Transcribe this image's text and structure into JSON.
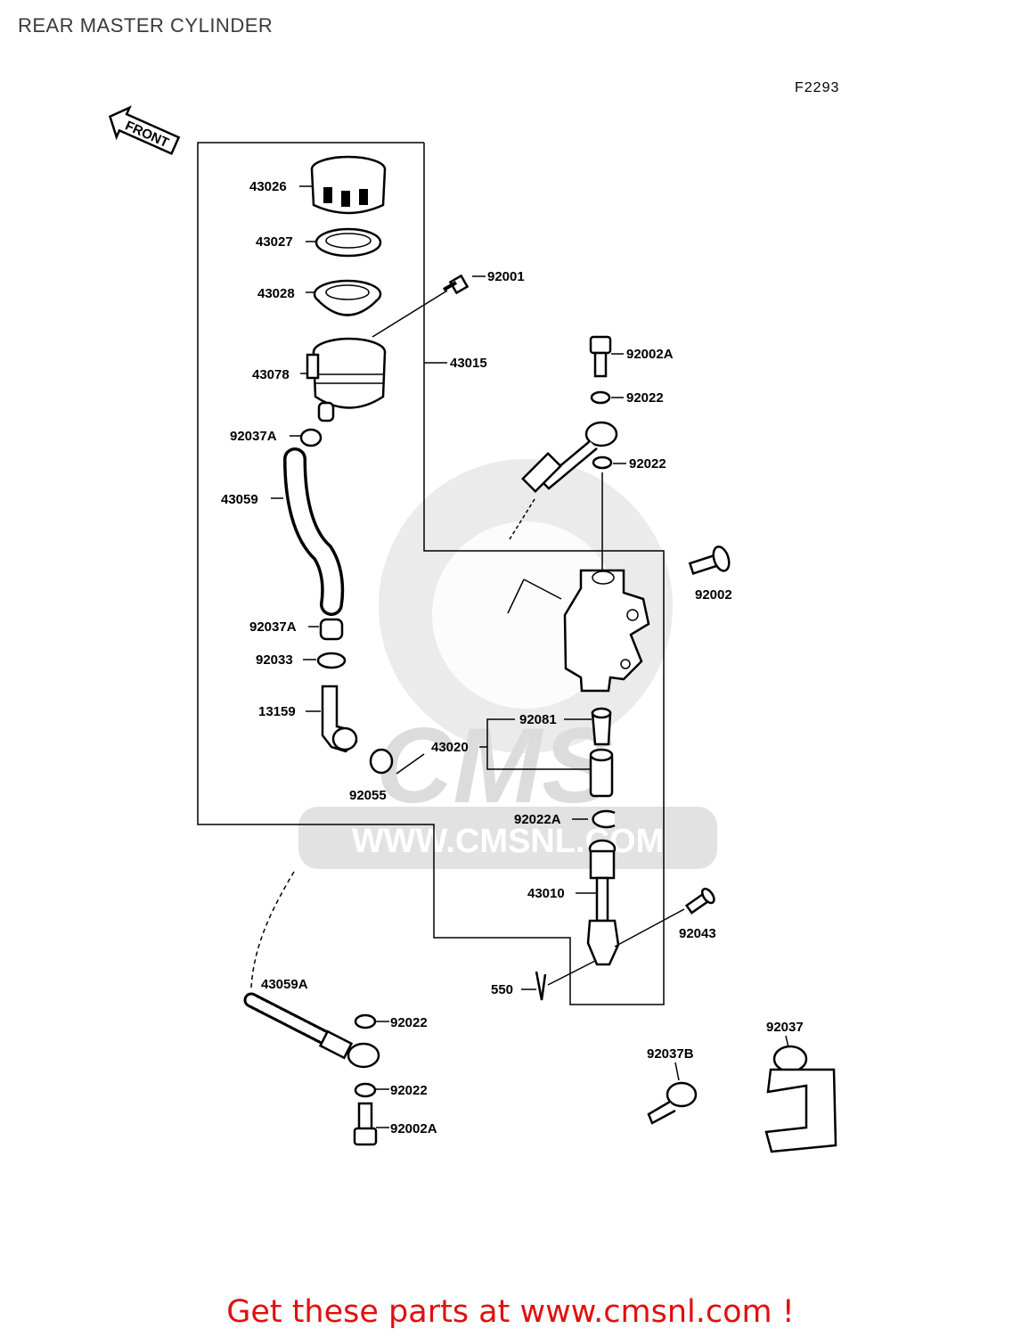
{
  "page": {
    "title": "REAR MASTER CYLINDER",
    "figure_code": "F2293",
    "front_marker": "FRONT",
    "watermark": {
      "logo": "CMS",
      "url": "WWW.CMSNL.COM"
    },
    "footer_cta": "Get these parts at www.cmsnl.com !"
  },
  "parts": {
    "p43026": "43026",
    "p43027": "43027",
    "p43028": "43028",
    "p92001": "92001",
    "p43078": "43078",
    "p43015": "43015",
    "p92002A_top": "92002A",
    "p92022_a": "92022",
    "p92022_b": "92022",
    "p92037A_top": "92037A",
    "p43059": "43059",
    "p92002": "92002",
    "p92037A_mid": "92037A",
    "p92033": "92033",
    "p13159": "13159",
    "p92081": "92081",
    "p43020": "43020",
    "p92055": "92055",
    "p92022A": "92022A",
    "p43010": "43010",
    "p92043": "92043",
    "p43059A": "43059A",
    "p550": "550",
    "p92022_c": "92022",
    "p92037": "92037",
    "p92037B": "92037B",
    "p92022_d": "92022",
    "p92002A_bot": "92002A"
  }
}
